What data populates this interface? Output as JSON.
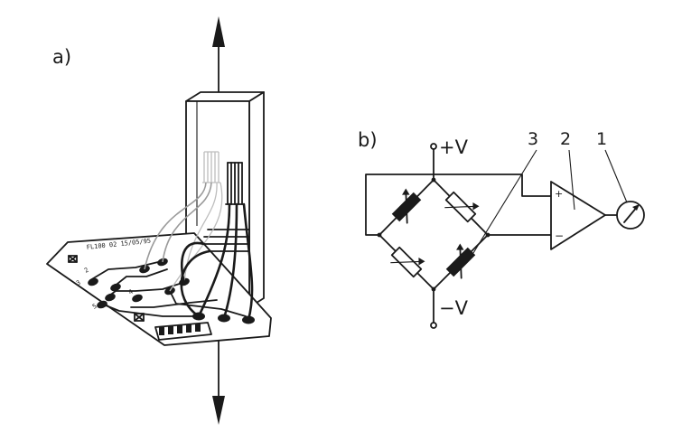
{
  "panel_a": {
    "label": "a)",
    "board_marking": "FL100 02 15/05/95",
    "terminal_numbers": [
      "2",
      "3",
      "4",
      "5"
    ]
  },
  "panel_b": {
    "label": "b)",
    "supply_positive": "+V",
    "supply_negative": "−V",
    "amp_plus": "+",
    "amp_minus": "−",
    "callouts": [
      "3",
      "2",
      "1"
    ]
  },
  "colors": {
    "ink": "#1a1a1a",
    "wire_gray": "#9a9a9a",
    "wire_light": "#bdbdbd",
    "background": "#ffffff"
  }
}
